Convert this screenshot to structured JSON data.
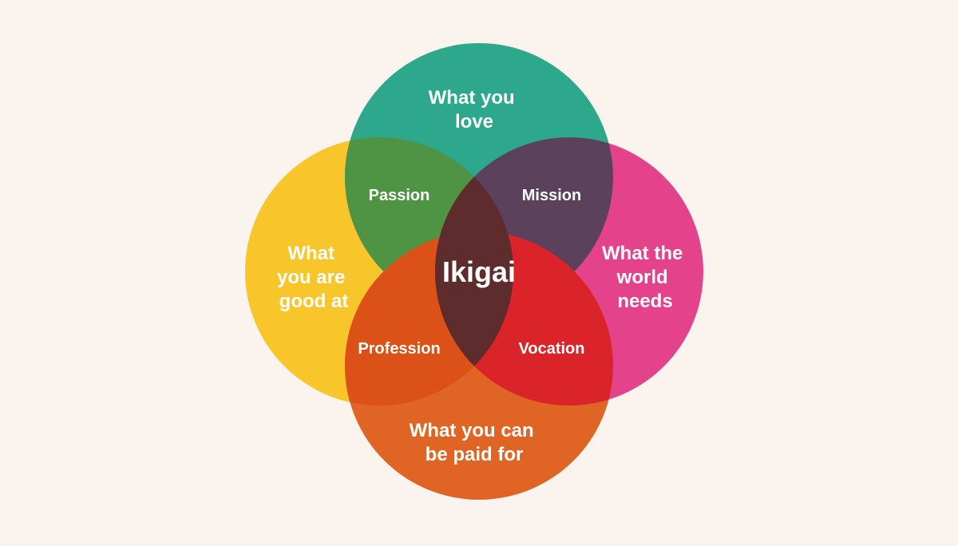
{
  "colors": {
    "background": "#fbf4ee",
    "love": "#2ea88c",
    "good_at": "#f8c52a",
    "world_needs": "#e4428a",
    "paid_for": "#e06424",
    "passion": "#4f9444",
    "mission": "#5c415c",
    "profession": "#dc5118",
    "vocation": "#da2429",
    "center": "#5e2c2c"
  },
  "circles": {
    "love": {
      "lines": [
        "What you",
        "love"
      ]
    },
    "good_at": {
      "lines": [
        "What",
        "you are",
        "good at"
      ]
    },
    "world_needs": {
      "lines": [
        "What the",
        "world",
        "needs"
      ]
    },
    "paid_for": {
      "lines": [
        "What you can",
        "be paid for"
      ]
    }
  },
  "overlaps": {
    "passion": "Passion",
    "mission": "Mission",
    "profession": "Profession",
    "vocation": "Vocation"
  },
  "center": "Ikigai"
}
